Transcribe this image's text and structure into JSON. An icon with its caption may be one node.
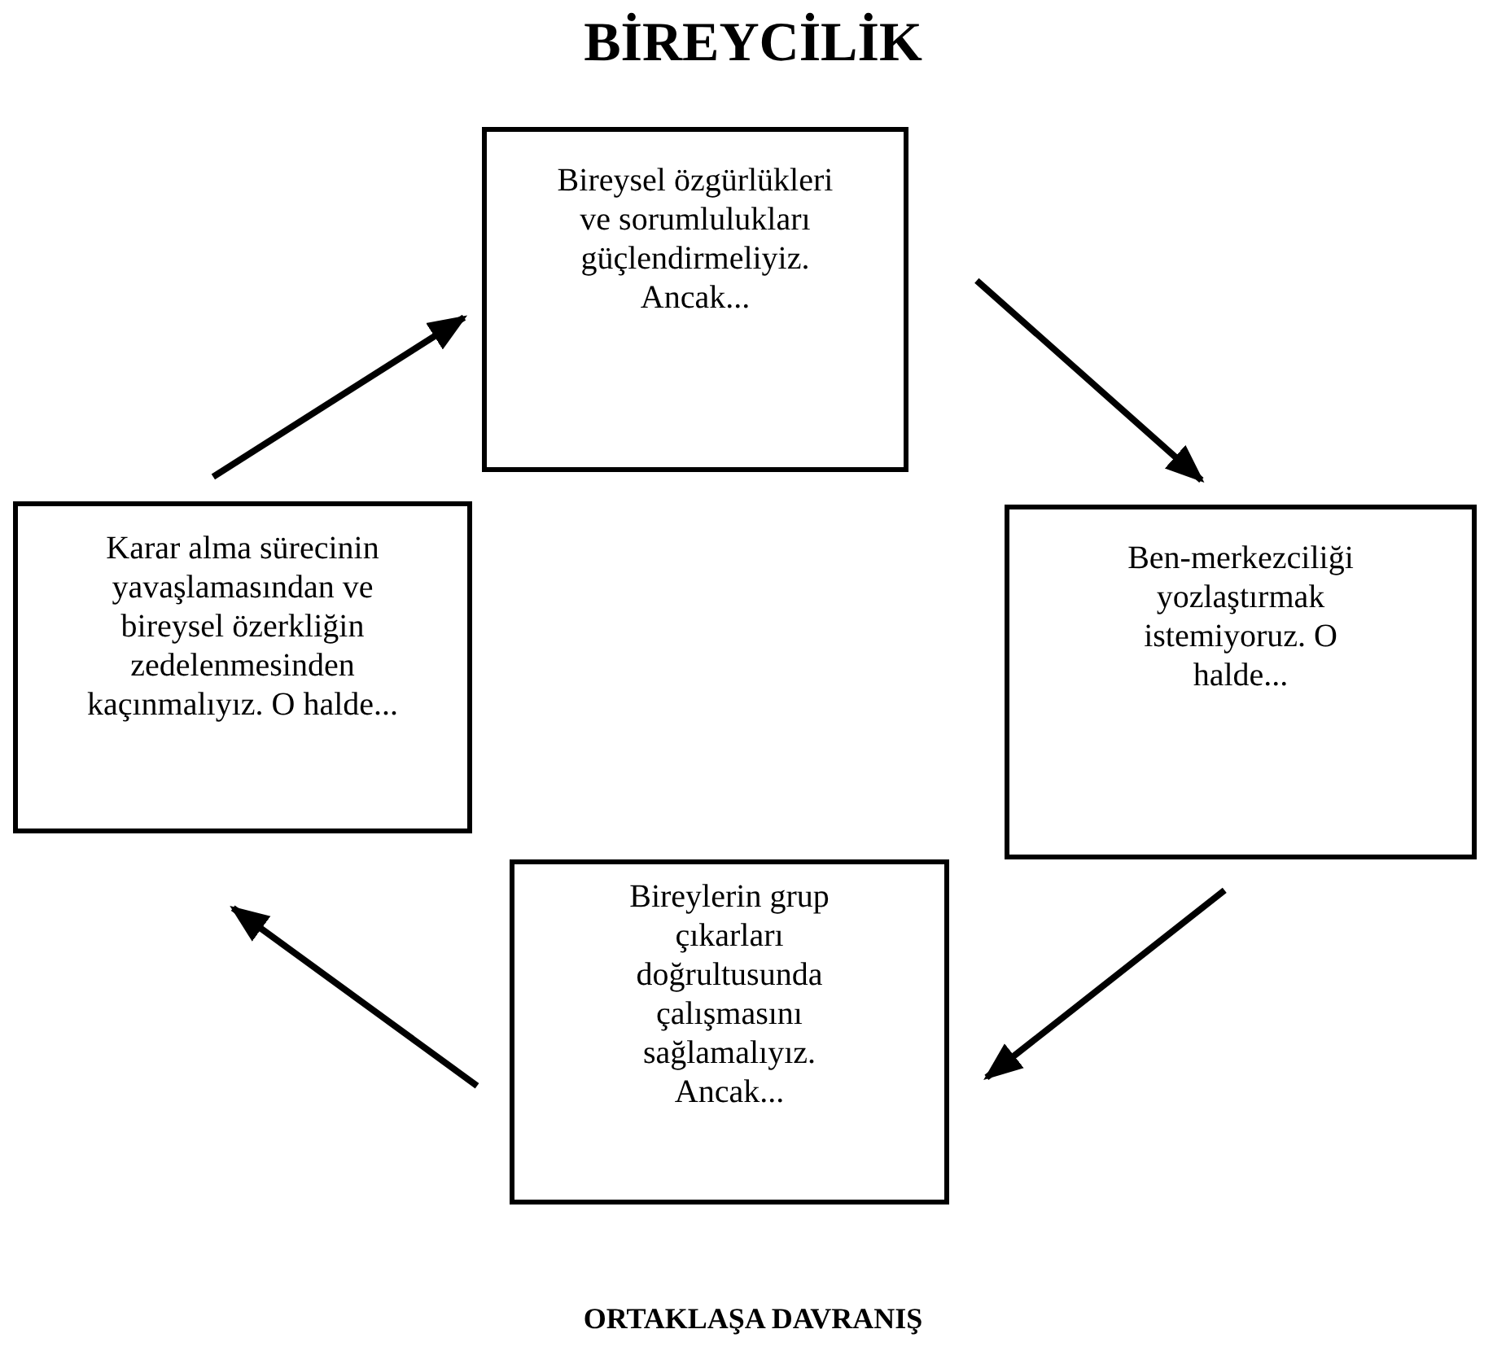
{
  "diagram": {
    "title": "BİREYCİLİK",
    "nodes": [
      {
        "text": [
          "Bireysel özgürlükleri ve sorumlulukları güçlendirmeliyiz. Ancak..."
        ]
      },
      {
        "text": [
          "Ben-merkezciliği yozlaştırmak istemiyoruz. O halde..."
        ]
      },
      {
        "text": [
          "Bireylerin grup çıkarları doğrultusunda çalışmasını sağlamalıyız. Ancak..."
        ]
      },
      {
        "text": [
          "Karar alma sürecinin yavaşlamasından ve bireysel özerkliğin zedelenmesinden kaçınmalıyız. O halde..."
        ]
      }
    ],
    "edges": [
      {
        "from": 0,
        "to": 1,
        "arrow": "to"
      },
      {
        "from": 1,
        "to": 2,
        "arrow": "to"
      },
      {
        "from": 2,
        "to": 3,
        "arrow": "to"
      },
      {
        "from": 3,
        "to": 0,
        "arrow": "to"
      }
    ],
    "caption": "ORTAKLAŞA DAVRANIŞ"
  }
}
